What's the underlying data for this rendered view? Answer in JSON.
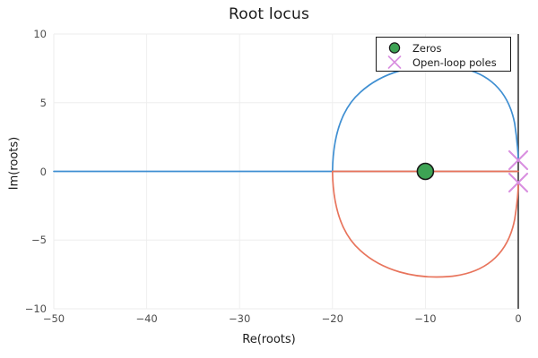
{
  "chart_data": {
    "type": "scatter",
    "title": "Root locus",
    "xlabel": "Re(roots)",
    "ylabel": "Im(roots)",
    "xlim": [
      -50,
      0
    ],
    "ylim": [
      -10,
      10
    ],
    "xticks": [
      -50,
      -40,
      -30,
      -20,
      -10,
      0
    ],
    "xtick_labels": [
      "−50",
      "−40",
      "−30",
      "−20",
      "−10",
      "0"
    ],
    "yticks": [
      10,
      5,
      0,
      -5,
      -10
    ],
    "ytick_labels": [
      "10",
      "5",
      "0",
      "−5",
      "−10"
    ],
    "grid": true,
    "legend_position": "upper right",
    "series": [
      {
        "name": "locus-upper-branch",
        "color": "#3f8fd2",
        "type": "line",
        "description": "Upper root locus branch: real-axis segment from -50 to -20, then circular arc of radius 10 centered at -10 rising to Im=+10 near Re=0",
        "points": [
          [
            -50.0,
            0.0
          ],
          [
            -40.0,
            0.0
          ],
          [
            -30.0,
            0.0
          ],
          [
            -22.0,
            0.0
          ],
          [
            -20.0,
            0.0
          ],
          [
            -19.95,
            1.0
          ],
          [
            -19.7,
            2.2
          ],
          [
            -19.2,
            3.4
          ],
          [
            -18.4,
            4.6
          ],
          [
            -17.3,
            5.8
          ],
          [
            -16.0,
            6.9
          ],
          [
            -14.5,
            7.9
          ],
          [
            -12.8,
            8.8
          ],
          [
            -11.0,
            9.3
          ],
          [
            -9.0,
            9.5
          ],
          [
            -7.2,
            9.3
          ],
          [
            -5.5,
            8.8
          ],
          [
            -4.0,
            8.1
          ],
          [
            -2.8,
            7.0
          ],
          [
            -1.8,
            5.6
          ],
          [
            -1.0,
            4.0
          ],
          [
            -0.5,
            2.4
          ],
          [
            -0.15,
            1.2
          ],
          [
            0.0,
            0.8
          ]
        ]
      },
      {
        "name": "locus-lower-branch",
        "color": "#e8745c",
        "type": "line",
        "description": "Lower root locus branch: real-axis segment from -20 to 0, then circular arc of radius 10 centered at -10 descending to Im=-9.5",
        "points": [
          [
            -20.0,
            0.0
          ],
          [
            -15.0,
            0.0
          ],
          [
            -12.0,
            0.0
          ],
          [
            -10.0,
            0.0
          ],
          [
            -6.0,
            0.0
          ],
          [
            -2.0,
            0.0
          ],
          [
            0.0,
            0.0
          ],
          [
            0.0,
            -0.8
          ],
          [
            -0.15,
            -1.2
          ],
          [
            -0.5,
            -2.4
          ],
          [
            -1.0,
            -4.0
          ],
          [
            -1.8,
            -5.6
          ],
          [
            -2.8,
            -7.0
          ],
          [
            -4.0,
            -8.1
          ],
          [
            -5.5,
            -8.8
          ],
          [
            -7.2,
            -9.3
          ],
          [
            -9.0,
            -9.5
          ],
          [
            -11.0,
            -9.3
          ],
          [
            -12.8,
            -8.8
          ],
          [
            -14.5,
            -7.9
          ],
          [
            -16.0,
            -6.9
          ],
          [
            -17.3,
            -5.8
          ],
          [
            -18.4,
            -4.6
          ],
          [
            -19.2,
            -3.4
          ],
          [
            -19.7,
            -2.2
          ],
          [
            -19.95,
            -1.0
          ],
          [
            -20.0,
            0.0
          ]
        ]
      }
    ],
    "markers": [
      {
        "name": "Zeros",
        "symbol": "circle",
        "color": "#3da354",
        "edge_color": "#1a1a1a",
        "points": [
          [
            -10.0,
            0.0
          ]
        ]
      },
      {
        "name": "Open-loop poles",
        "symbol": "x",
        "color": "#d98fe0",
        "points": [
          [
            0.0,
            0.8
          ],
          [
            0.0,
            -0.8
          ]
        ]
      }
    ],
    "reference_lines": [
      {
        "name": "imaginary-axis",
        "orientation": "vertical",
        "value": 0,
        "color": "#3a3a3a"
      },
      {
        "name": "real-axis",
        "orientation": "horizontal",
        "value": 0,
        "color": "#3a3a3a"
      }
    ]
  },
  "legend": {
    "entries": [
      {
        "label": "Zeros",
        "marker": "circle-marker",
        "color": "#3da354"
      },
      {
        "label": "Open-loop poles",
        "marker": "x-marker",
        "color": "#d98fe0"
      }
    ]
  },
  "colors": {
    "upper_branch": "#3f8fd2",
    "lower_branch": "#e8745c",
    "zero": "#3da354",
    "pole": "#d98fe0",
    "axis": "#3a3a3a",
    "grid": "#eeeeee",
    "text": "#1a1a1a",
    "tick_text": "#4d4d4d",
    "background": "#ffffff"
  }
}
